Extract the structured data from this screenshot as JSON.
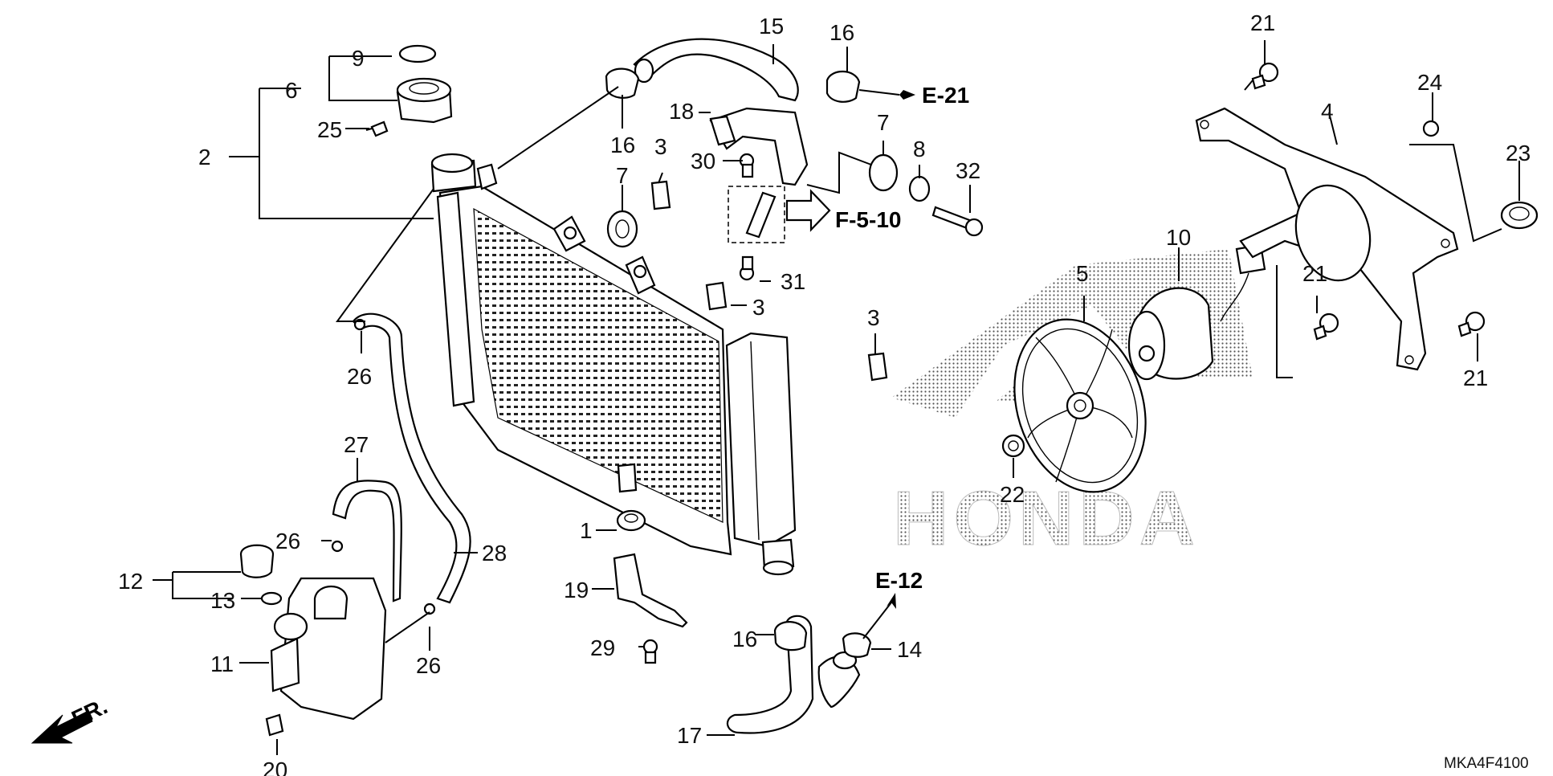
{
  "diagram": {
    "code": "MKA4F4100",
    "brand_watermark": "HONDA",
    "front_indicator": "FR.",
    "callouts": [
      {
        "id": "c2",
        "text": "2"
      },
      {
        "id": "c6",
        "text": "6"
      },
      {
        "id": "c9",
        "text": "9"
      },
      {
        "id": "c25",
        "text": "25"
      },
      {
        "id": "c15",
        "text": "15"
      },
      {
        "id": "c16a",
        "text": "16"
      },
      {
        "id": "c16b",
        "text": "16"
      },
      {
        "id": "c16c",
        "text": "16"
      },
      {
        "id": "c18",
        "text": "18"
      },
      {
        "id": "c30",
        "text": "30"
      },
      {
        "id": "c3a",
        "text": "3"
      },
      {
        "id": "c3b",
        "text": "3"
      },
      {
        "id": "c3c",
        "text": "3"
      },
      {
        "id": "c7a",
        "text": "7"
      },
      {
        "id": "c7b",
        "text": "7"
      },
      {
        "id": "c8",
        "text": "8"
      },
      {
        "id": "c32",
        "text": "32"
      },
      {
        "id": "c31",
        "text": "31"
      },
      {
        "id": "c21a",
        "text": "21"
      },
      {
        "id": "c21b",
        "text": "21"
      },
      {
        "id": "c21c",
        "text": "21"
      },
      {
        "id": "c24",
        "text": "24"
      },
      {
        "id": "c4",
        "text": "4"
      },
      {
        "id": "c23",
        "text": "23"
      },
      {
        "id": "c10",
        "text": "10"
      },
      {
        "id": "c5",
        "text": "5"
      },
      {
        "id": "c22",
        "text": "22"
      },
      {
        "id": "c26a",
        "text": "26"
      },
      {
        "id": "c26b",
        "text": "26"
      },
      {
        "id": "c26c",
        "text": "26"
      },
      {
        "id": "c27",
        "text": "27"
      },
      {
        "id": "c28",
        "text": "28"
      },
      {
        "id": "c12",
        "text": "12"
      },
      {
        "id": "c13",
        "text": "13"
      },
      {
        "id": "c11",
        "text": "11"
      },
      {
        "id": "c20",
        "text": "20"
      },
      {
        "id": "c1",
        "text": "1"
      },
      {
        "id": "c19",
        "text": "19"
      },
      {
        "id": "c29",
        "text": "29"
      },
      {
        "id": "c17",
        "text": "17"
      },
      {
        "id": "c14",
        "text": "14"
      }
    ],
    "references": [
      {
        "id": "e21",
        "text": "E-21"
      },
      {
        "id": "f510",
        "text": "F-5-10"
      },
      {
        "id": "e12",
        "text": "E-12"
      }
    ]
  }
}
